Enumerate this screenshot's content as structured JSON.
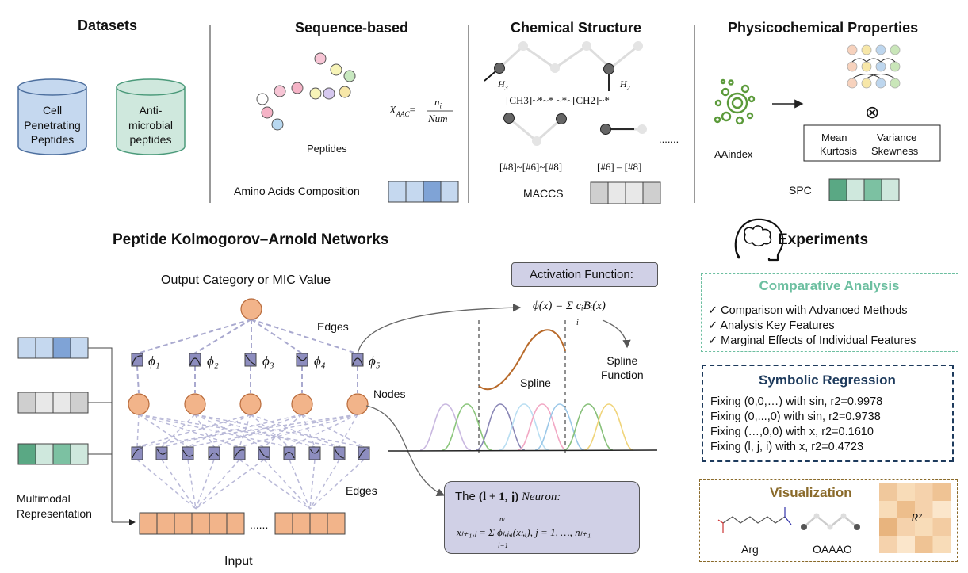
{
  "headers": {
    "datasets": "Datasets",
    "sequence": "Sequence-based",
    "chemical": "Chemical Structure",
    "physico": "Physicochemical Properties",
    "pkan": "Peptide Kolmogorov–Arnold Networks",
    "experiments": "Experiments"
  },
  "datasets": {
    "cpp": "Cell\nPenetrating\nPeptides",
    "amp": "Anti-\nmicrobial\npeptides"
  },
  "sequence": {
    "peptides": "Peptides",
    "formula_lhs": "X",
    "formula_sub": "AAC",
    "formula_num": "n",
    "formula_num_sub": "i",
    "formula_den": "Num",
    "aac_label": "Amino Acids Composition"
  },
  "chemical": {
    "h3": "H",
    "h3sub": "3",
    "h2": "H",
    "h2sub": "2",
    "smarts1": "[CH3]~*~* ~*~[CH2]~*",
    "smarts2": "[#8]~[#6]~[#8]",
    "smarts3": "[#6] – [#8]",
    "dots": ".......",
    "maccs": "MACCS"
  },
  "physico": {
    "aaindex": "AAindex",
    "otimes": "⊗",
    "mean": "Mean",
    "variance": "Variance",
    "kurtosis": "Kurtosis",
    "skewness": "Skewness",
    "spc": "SPC"
  },
  "network": {
    "output": "Output Category or MIC Value",
    "edges_top": "Edges",
    "phi1": "ϕ₁",
    "phi2": "ϕ₂",
    "phi3": "ϕ₃",
    "phi4": "ϕ₄",
    "phi5": "ϕ₅",
    "nodes": "Nodes",
    "edges_bottom": "Edges",
    "multimodal": "Multimodal\nRepresentation",
    "input": "Input",
    "ellipsis": "......",
    "activation_title": "Activation Function:",
    "activation_formula": "ϕ(x) = Σ cᵢBᵢ(x)",
    "activation_sub": "i",
    "spline": "Spline",
    "spline_function": "Spline\nFunction",
    "neuron_title_pre": "The ",
    "neuron_title_math": "(l + 1, j)",
    "neuron_title_post": " Neuron:",
    "neuron_formula": "xₗ₊₁,ⱼ = Σ ϕₗ,ⱼ,ᵢ(xₗ,ᵢ), j = 1, …, nₗ₊₁",
    "neuron_sum_top": "nₗ",
    "neuron_sum_bottom": "i=1"
  },
  "experiments": {
    "comparative_title": "Comparative Analysis",
    "comparative_items": [
      "✓ Comparison with Advanced Methods",
      "✓ Analysis Key Features",
      "✓ Marginal Effects of Individual Features"
    ],
    "symbolic_title": "Symbolic Regression",
    "symbolic_items": [
      "Fixing (0,0,…) with sin, r2=0.9978",
      "Fixing (0,...,0) with sin, r2=0.9738",
      "Fixing (…,0,0) with x, r2=0.1610",
      "Fixing (l, j, i) with x, r2=0.4723"
    ],
    "visualization_title": "Visualization",
    "arg": "Arg",
    "oaaao": "OAAAO",
    "r2": "R²"
  },
  "colors": {
    "blue": "#c5d8ef",
    "blue_dark": "#7fa3d6",
    "green": "#cfe8dd",
    "green_dark": "#5aa884",
    "gray": "#cfcfcf",
    "orange": "#f2b48a",
    "purple": "#d0d0e6",
    "teal": "#6cbfa0"
  }
}
